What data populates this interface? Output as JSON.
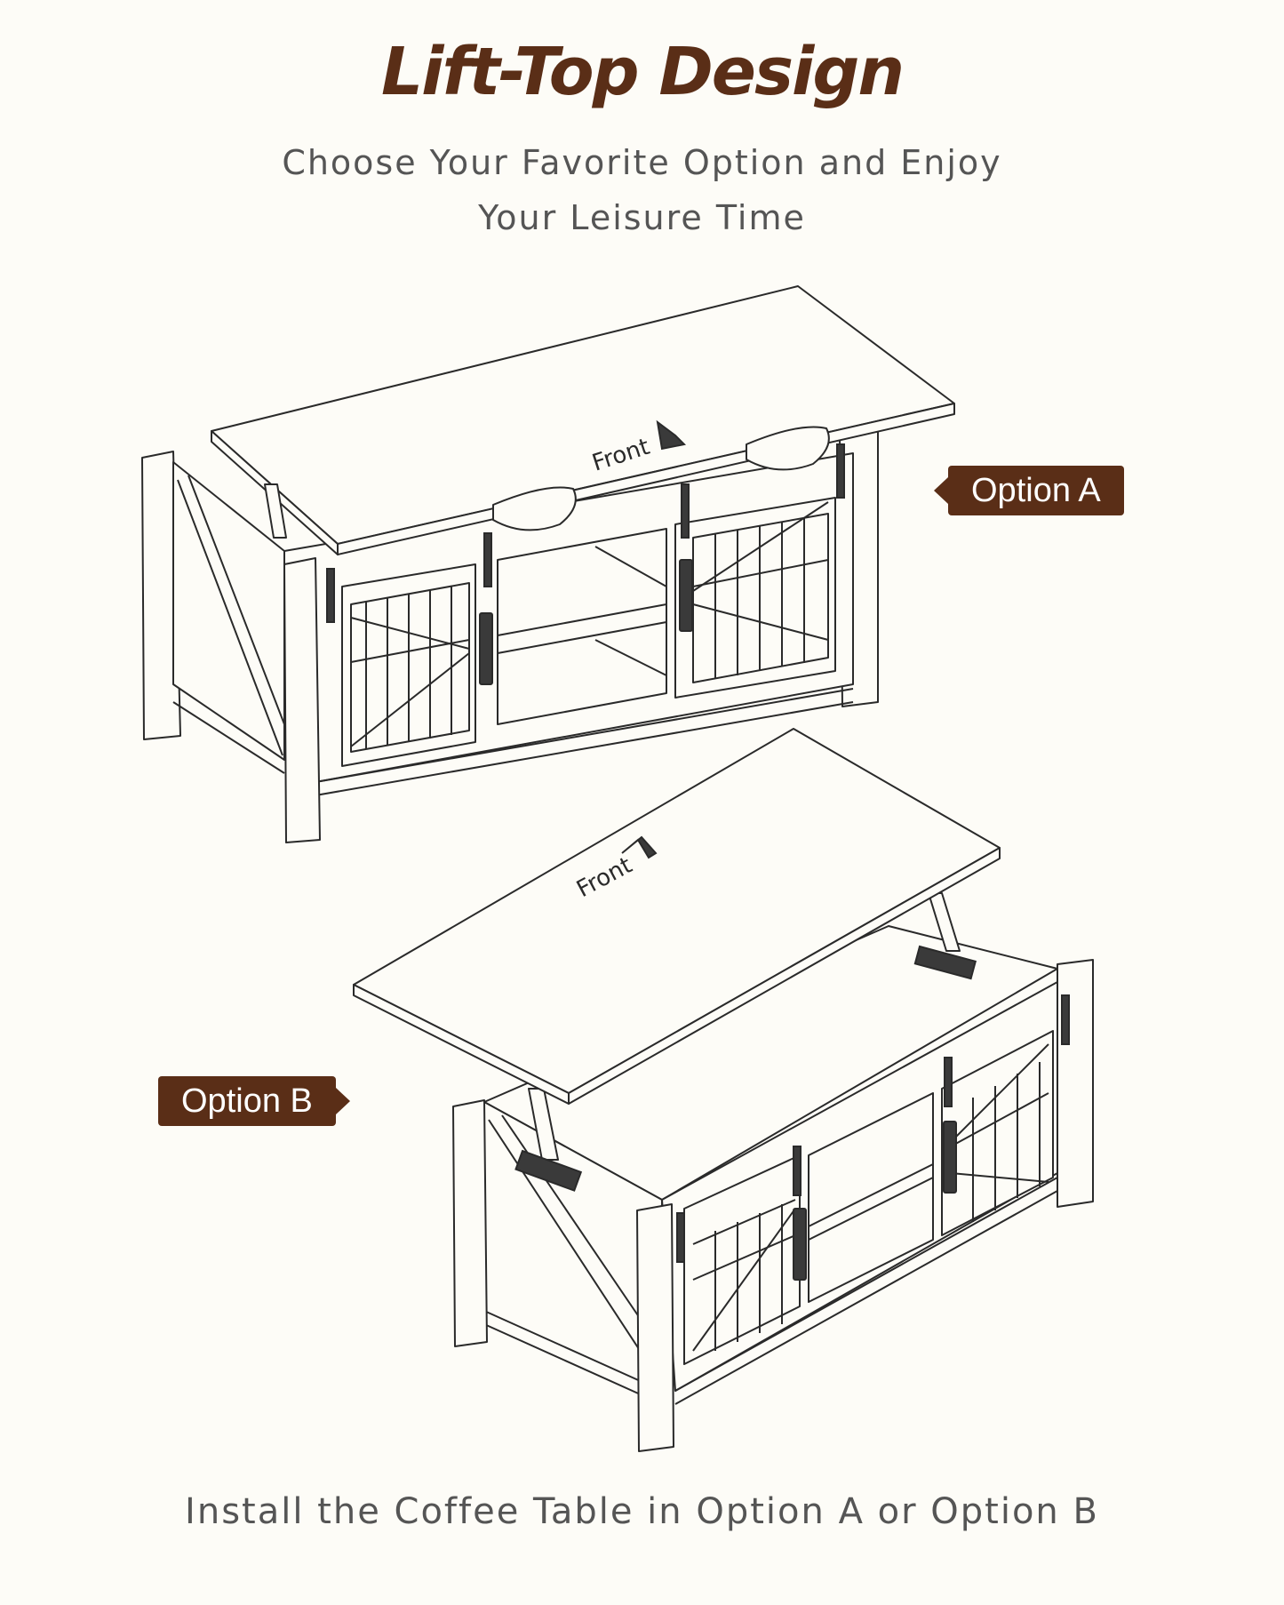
{
  "header": {
    "title": "Lift-Top Design",
    "subtitle_line1": "Choose Your Favorite Option and Enjoy",
    "subtitle_line2": "Your Leisure Time"
  },
  "options": {
    "a": {
      "label": "Option A",
      "front_label": "Front"
    },
    "b": {
      "label": "Option B",
      "front_label": "Front"
    }
  },
  "footer": {
    "text": "Install the Coffee Table in Option A or Option B"
  },
  "colors": {
    "accent": "#5a2e17",
    "background": "#fdfcf7",
    "text": "#555555",
    "line": "#2a2a2a"
  }
}
